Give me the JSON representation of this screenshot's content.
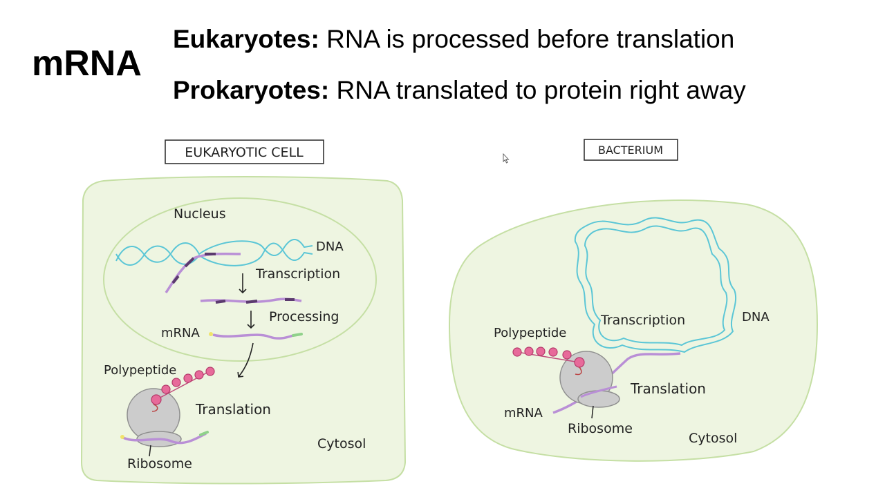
{
  "slide": {
    "title": "mRNA",
    "lines": [
      {
        "term": "Eukaryotes:",
        "text": " RNA is processed before translation"
      },
      {
        "term": "Prokaryotes:",
        "text": " RNA translated to protein right away"
      }
    ]
  },
  "eukaryote": {
    "box_label": "EUKARYOTIC CELL",
    "nucleus": "Nucleus",
    "dna": "DNA",
    "transcription": "Transcription",
    "processing": "Processing",
    "mrna": "mRNA",
    "polypeptide": "Polypeptide",
    "translation": "Translation",
    "ribosome": "Ribosome",
    "cytosol": "Cytosol"
  },
  "bacterium": {
    "box_label": "BACTERIUM",
    "dna": "DNA",
    "transcription": "Transcription",
    "polypeptide": "Polypeptide",
    "translation": "Translation",
    "mrna": "mRNA",
    "ribosome": "Ribosome",
    "cytosol": "Cytosol"
  },
  "colors": {
    "cell_fill": "#eef5e1",
    "cell_stroke": "#c5dfa4",
    "dna": "#5bc6d6",
    "rna": "#b98fd6",
    "rna_dark": "#5b3a6e",
    "bead": "#e76a9a",
    "ribosome": "#cccccc",
    "cap": "#f0e36a",
    "tail": "#8fd18a"
  }
}
